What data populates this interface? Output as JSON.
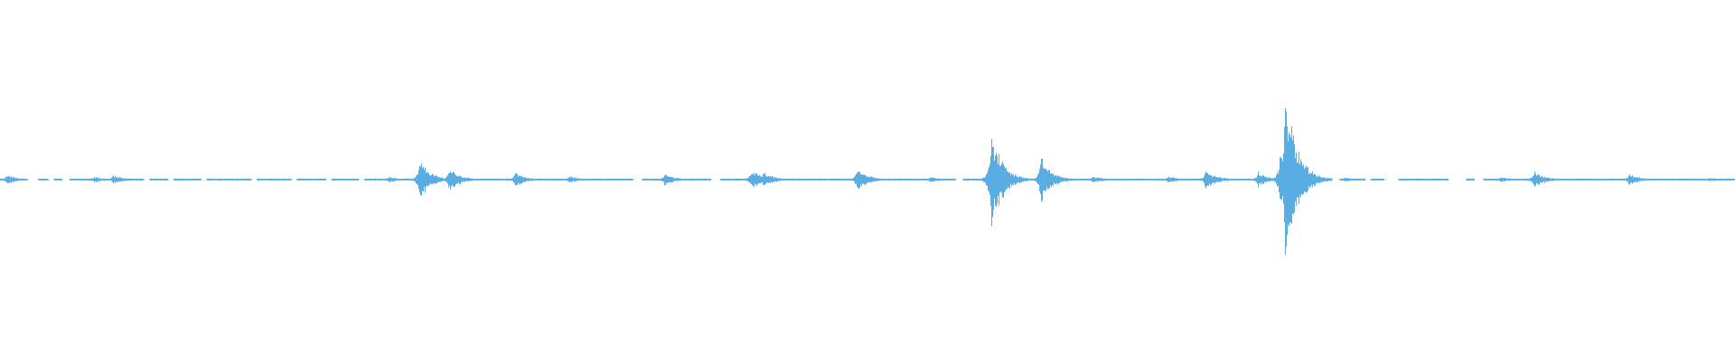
{
  "waveform": {
    "color": "#5aade2",
    "background": "#ffffff",
    "amplitude_range": [
      -1,
      1
    ],
    "duration_fraction_range": [
      0,
      1
    ],
    "baseline_amplitude": 0.004,
    "peaks": [
      {
        "t": 0.004,
        "amp": 0.02
      },
      {
        "t": 0.054,
        "amp": 0.012
      },
      {
        "t": 0.065,
        "amp": 0.02
      },
      {
        "t": 0.224,
        "amp": 0.012
      },
      {
        "t": 0.242,
        "amp": 0.08
      },
      {
        "t": 0.259,
        "amp": 0.05
      },
      {
        "t": 0.297,
        "amp": 0.03
      },
      {
        "t": 0.328,
        "amp": 0.015
      },
      {
        "t": 0.383,
        "amp": 0.025
      },
      {
        "t": 0.433,
        "amp": 0.04
      },
      {
        "t": 0.44,
        "amp": 0.03
      },
      {
        "t": 0.494,
        "amp": 0.05
      },
      {
        "t": 0.536,
        "amp": 0.012
      },
      {
        "t": 0.571,
        "amp": 0.19
      },
      {
        "t": 0.574,
        "amp": 0.14
      },
      {
        "t": 0.579,
        "amp": 0.06
      },
      {
        "t": 0.6,
        "amp": 0.09
      },
      {
        "t": 0.63,
        "amp": 0.015
      },
      {
        "t": 0.673,
        "amp": 0.015
      },
      {
        "t": 0.695,
        "amp": 0.04
      },
      {
        "t": 0.725,
        "amp": 0.03
      },
      {
        "t": 0.738,
        "amp": 0.12
      },
      {
        "t": 0.741,
        "amp": 0.41
      },
      {
        "t": 0.745,
        "amp": 0.2
      },
      {
        "t": 0.752,
        "amp": 0.07
      },
      {
        "t": 0.775,
        "amp": 0.01
      },
      {
        "t": 0.865,
        "amp": 0.012
      },
      {
        "t": 0.884,
        "amp": 0.035
      },
      {
        "t": 0.939,
        "amp": 0.025
      },
      {
        "t": 0.985,
        "amp": 0.01
      }
    ],
    "gaps": [
      [
        0.016,
        0.022
      ],
      [
        0.028,
        0.031
      ],
      [
        0.036,
        0.04
      ],
      [
        0.083,
        0.086
      ],
      [
        0.097,
        0.1
      ],
      [
        0.116,
        0.119
      ],
      [
        0.145,
        0.148
      ],
      [
        0.168,
        0.171
      ],
      [
        0.188,
        0.191
      ],
      [
        0.207,
        0.21
      ],
      [
        0.365,
        0.37
      ],
      [
        0.41,
        0.415
      ],
      [
        0.551,
        0.555
      ],
      [
        0.768,
        0.772
      ],
      [
        0.787,
        0.79
      ],
      [
        0.798,
        0.806
      ],
      [
        0.835,
        0.845
      ],
      [
        0.85,
        0.855
      ]
    ]
  }
}
